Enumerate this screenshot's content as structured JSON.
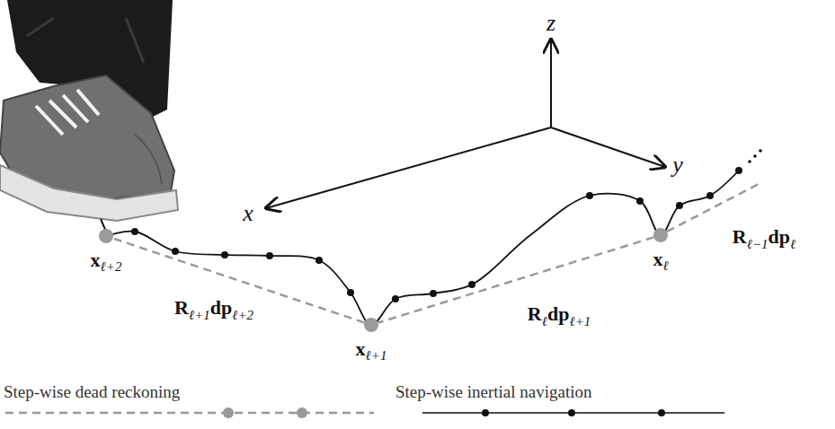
{
  "diagram": {
    "nodes": [
      {
        "text": [
          "xℓ+2"
        ]
      },
      {
        "text": [
          "xℓ+1"
        ]
      },
      {
        "text": [
          "xℓ"
        ]
      }
    ],
    "edges": [
      {
        "from": 2,
        "to": 1,
        "arrow": "none",
        "label": "Rℓdpℓ+1"
      },
      {
        "from": 1,
        "to": 0,
        "arrow": "none",
        "label": "Rℓ+1dpℓ+2"
      }
    ],
    "labels": [
      "z",
      "y",
      "x",
      "Rℓ−1dpℓ"
    ],
    "legend": [
      {
        "text": "Step-wise dead reckoning"
      },
      {
        "text": "Step-wise inertial navigation"
      }
    ]
  }
}
